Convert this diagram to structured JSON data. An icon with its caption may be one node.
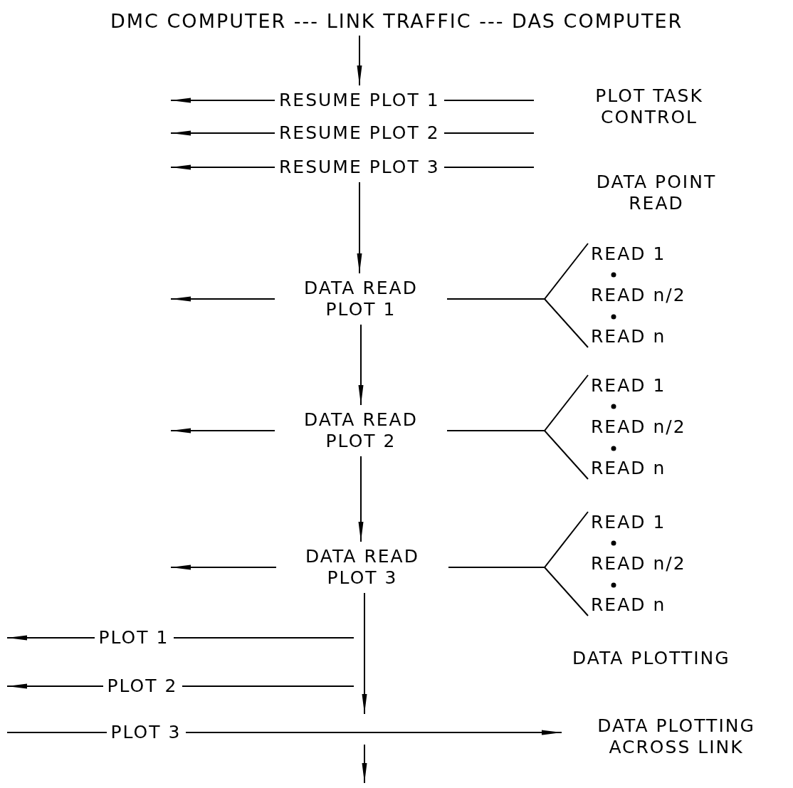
{
  "diagram": {
    "nodes": [
      {
        "text": [
          "RESUME PLOT 1"
        ]
      },
      {
        "text": [
          "RESUME PLOT 2"
        ]
      },
      {
        "text": [
          "RESUME PLOT 3"
        ]
      },
      {
        "text": [
          "DATA READ PLOT 1"
        ]
      },
      {
        "text": [
          "READ 1"
        ]
      },
      {
        "text": [
          "READ n/2"
        ]
      },
      {
        "text": [
          "READ n"
        ]
      },
      {
        "text": [
          "DATA READ PLOT 2"
        ]
      },
      {
        "text": [
          "READ 1"
        ]
      },
      {
        "text": [
          "READ n/2"
        ]
      },
      {
        "text": [
          "READ n"
        ]
      },
      {
        "text": [
          "DATA READ PLOT 3"
        ]
      },
      {
        "text": [
          "READ 1"
        ]
      },
      {
        "text": [
          "READ n/2"
        ]
      },
      {
        "text": [
          "READ n"
        ]
      },
      {
        "text": [
          "PLOT 1"
        ]
      },
      {
        "text": [
          "PLOT 2"
        ]
      },
      {
        "text": [
          "PLOT 3"
        ]
      },
      {
        "text": [
          "DATA PLOTTING ACROSS LINK"
        ]
      }
    ],
    "edges": [
      {
        "from": null,
        "to": 0,
        "arrow": "to"
      },
      {
        "from": 0,
        "to": null,
        "arrow": "to"
      },
      {
        "from": 0,
        "to": null,
        "arrow": "none"
      },
      {
        "from": 1,
        "to": null,
        "arrow": "to"
      },
      {
        "from": 1,
        "to": null,
        "arrow": "none"
      },
      {
        "from": 2,
        "to": null,
        "arrow": "to"
      },
      {
        "from": 2,
        "to": null,
        "arrow": "none"
      },
      {
        "from": 2,
        "to": 3,
        "arrow": "to"
      },
      {
        "from": 3,
        "to": null,
        "arrow": "to"
      },
      {
        "from": 3,
        "to": 4,
        "arrow": "none"
      },
      {
        "from": 3,
        "to": 6,
        "arrow": "none"
      },
      {
        "from": 3,
        "to": 7,
        "arrow": "to"
      },
      {
        "from": 7,
        "to": null,
        "arrow": "to"
      },
      {
        "from": 7,
        "to": 8,
        "arrow": "none"
      },
      {
        "from": 7,
        "to": 10,
        "arrow": "none"
      },
      {
        "from": 7,
        "to": 11,
        "arrow": "to"
      },
      {
        "from": 11,
        "to": null,
        "arrow": "to"
      },
      {
        "from": 11,
        "to": 12,
        "arrow": "none"
      },
      {
        "from": 11,
        "to": 14,
        "arrow": "none"
      },
      {
        "from": 11,
        "to": null,
        "arrow": "to"
      },
      {
        "from": 15,
        "to": null,
        "arrow": "to"
      },
      {
        "from": 15,
        "to": null,
        "arrow": "none"
      },
      {
        "from": 16,
        "to": null,
        "arrow": "to"
      },
      {
        "from": 16,
        "to": null,
        "arrow": "none"
      },
      {
        "from": 17,
        "to": null,
        "arrow": "none"
      },
      {
        "from": 17,
        "to": 18,
        "arrow": "to"
      }
    ],
    "labels": [
      "DMC COMPUTER --- LINK TRAFFIC --- DAS COMPUTER",
      "PLOT TASK CONTROL",
      "DATA POINT READ",
      "DATA PLOTTING"
    ]
  }
}
